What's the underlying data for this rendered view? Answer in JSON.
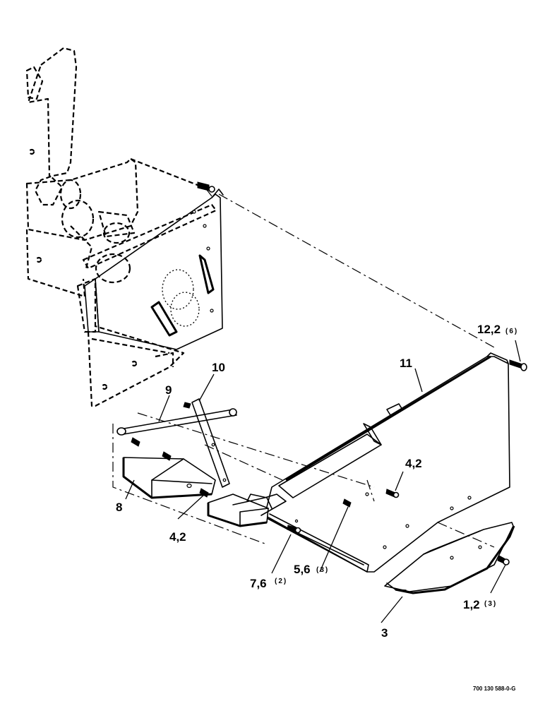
{
  "callouts": {
    "c12_2": "12,2",
    "c12_2_qty": "(6)",
    "c11": "11",
    "c10": "10",
    "c9": "9",
    "c8": "8",
    "c4_2_left": "4,2",
    "c4_2_right": "4,2",
    "c7_6": "7,6",
    "c7_6_qty": "(2)",
    "c5_6": "5,6",
    "c5_6_qty": "(3)",
    "c1_2": "1,2",
    "c1_2_qty": "(3)",
    "c3": "3"
  },
  "document_number": "700 130 588-0-G"
}
